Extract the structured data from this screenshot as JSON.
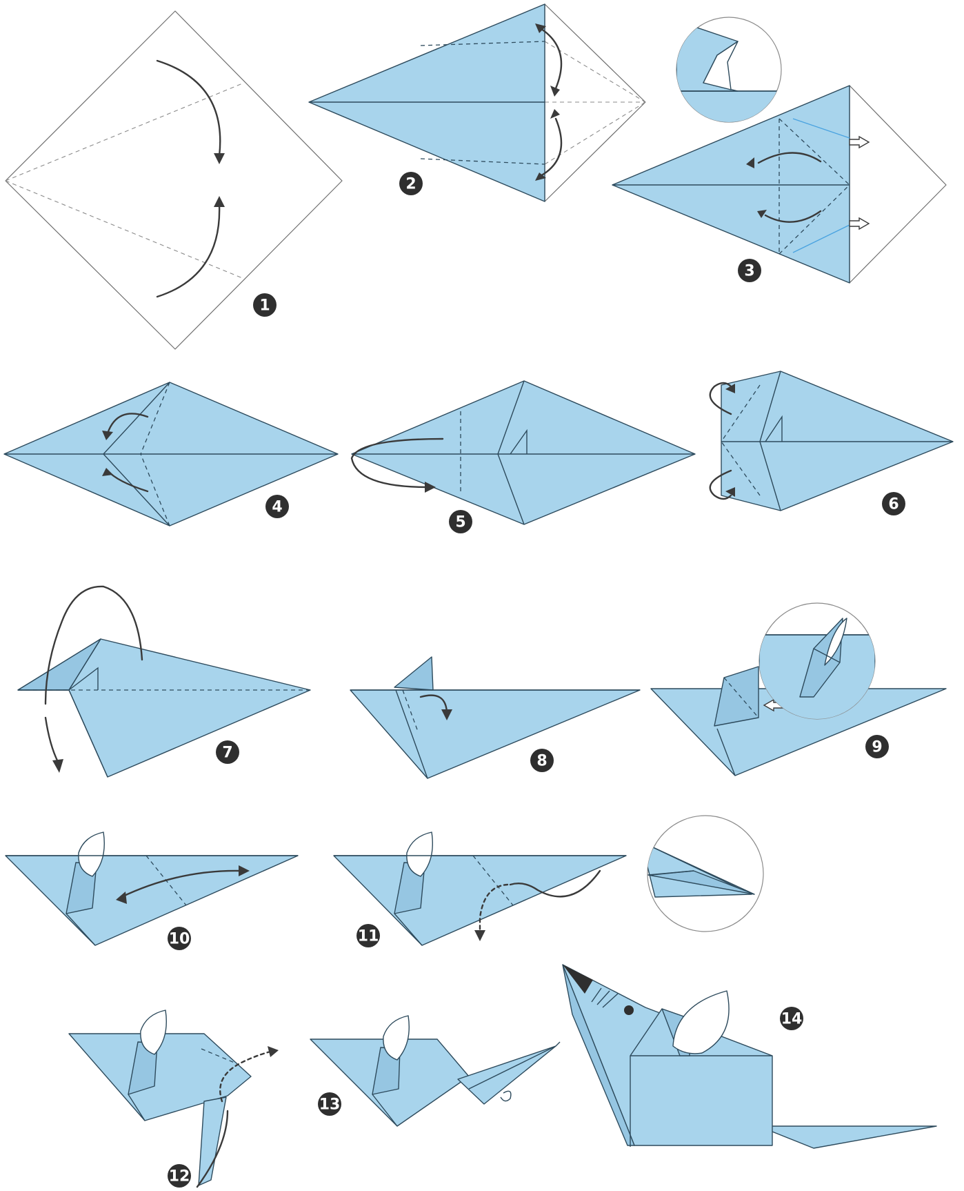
{
  "step_labels": [
    "1",
    "2",
    "3",
    "4",
    "5",
    "6",
    "7",
    "8",
    "9",
    "10",
    "11",
    "12",
    "13",
    "14"
  ],
  "colors": {
    "paper_blue": "#a8d4ec",
    "outline": "#2d4a5c",
    "arrow": "#3a3a3a",
    "badge": "#2f2f2f",
    "page_background": "#ffffff"
  }
}
